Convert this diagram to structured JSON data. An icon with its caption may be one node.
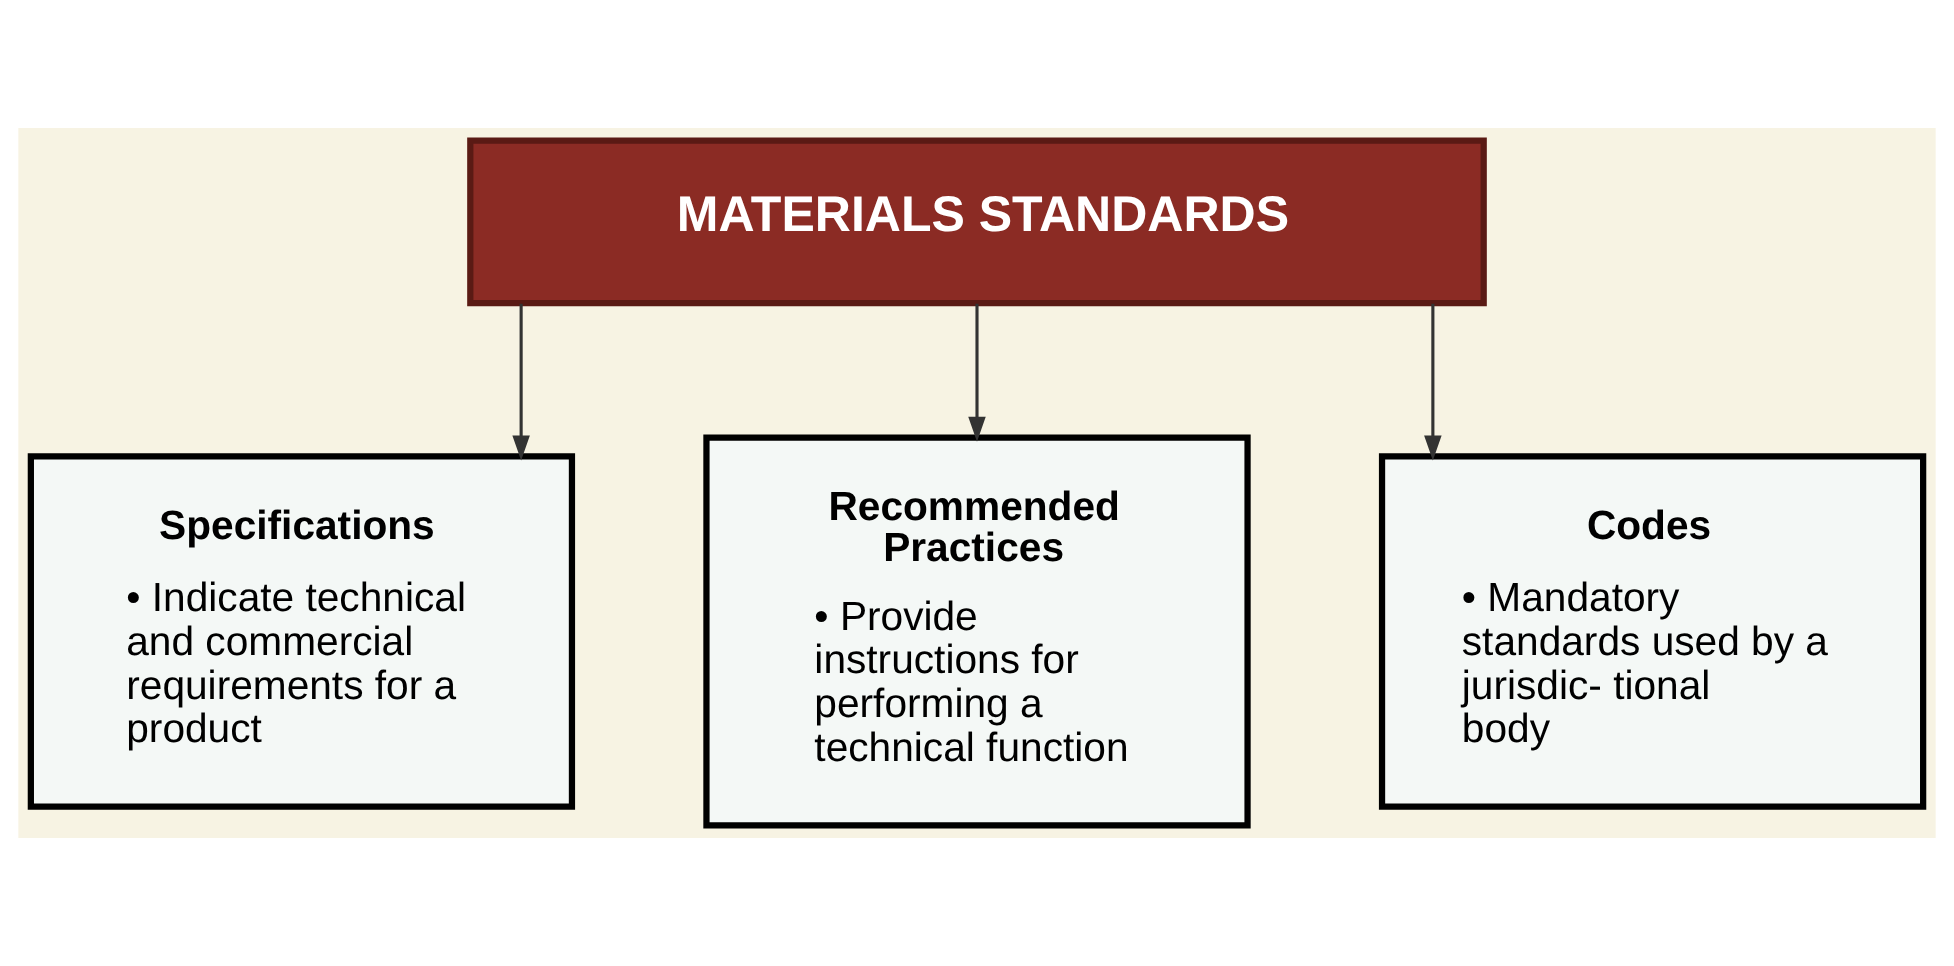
{
  "diagram": {
    "nodes": [
      {
        "text": [
          "MATERIALS STANDARDS"
        ]
      },
      {
        "text": [
          "Specifications",
          "• Indicate technical and commercial requirements for a product"
        ]
      },
      {
        "text": [
          "Recommended Practices",
          "• Provide instructions for performing a technical function"
        ]
      },
      {
        "text": [
          "Codes",
          "• Mandatory standards used by a jurisdic- tional body"
        ]
      }
    ],
    "edges": [
      {
        "from": 0,
        "to": 1,
        "arrow": "to"
      },
      {
        "from": 0,
        "to": 2,
        "arrow": "to"
      },
      {
        "from": 0,
        "to": 3,
        "arrow": "to"
      }
    ]
  }
}
